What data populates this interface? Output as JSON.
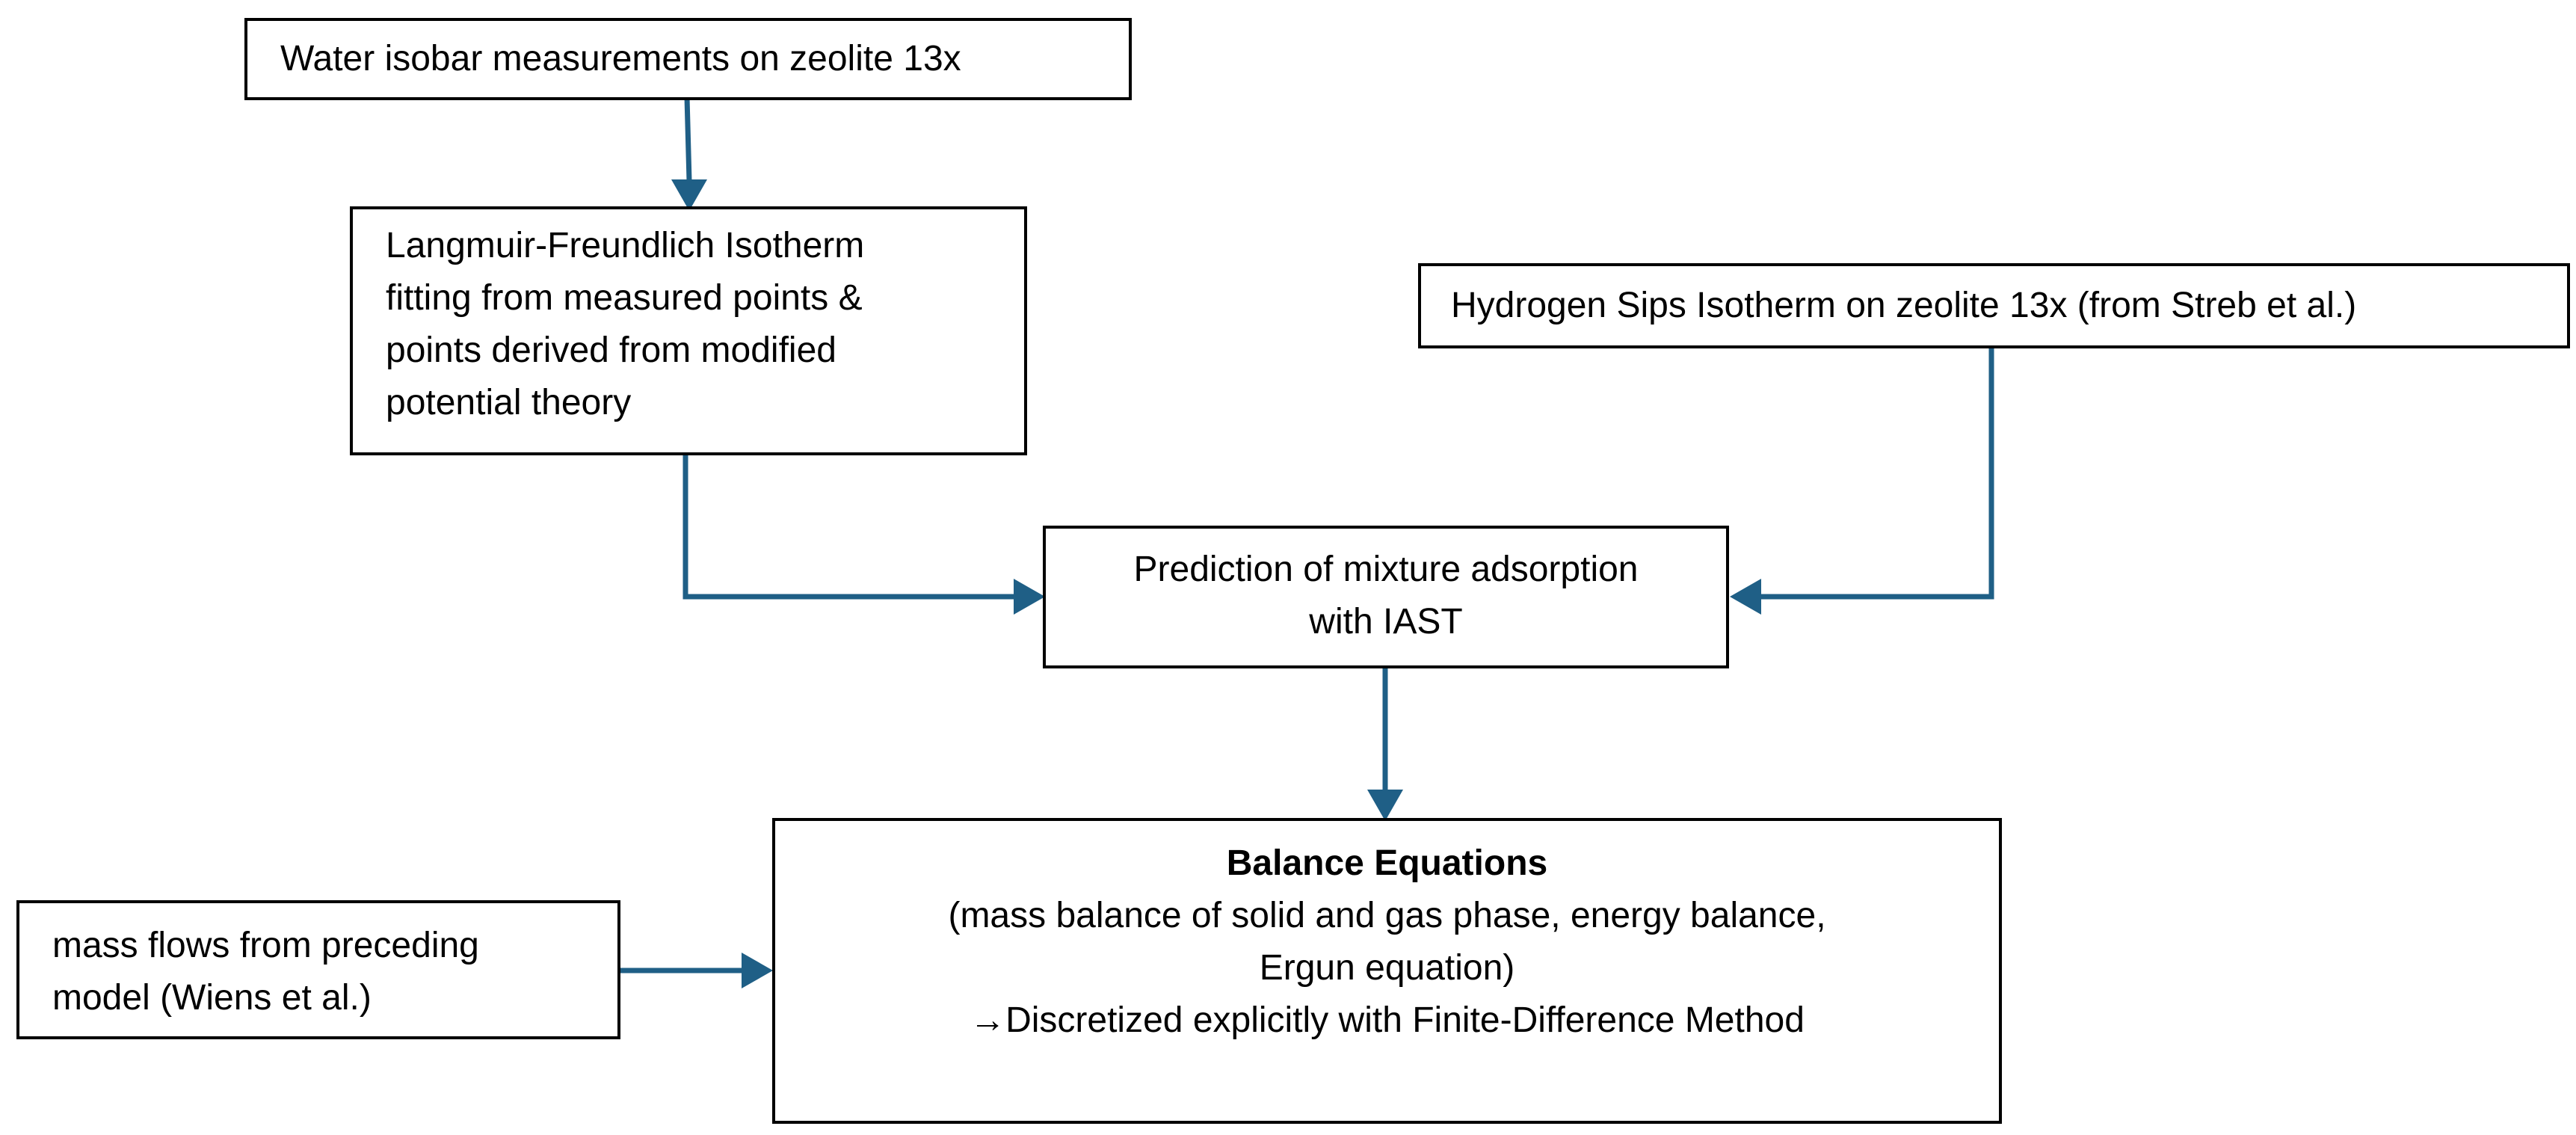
{
  "diagram": {
    "nodes": {
      "water_isobar": {
        "lines": [
          "Water isobar measurements on zeolite 13x"
        ]
      },
      "langmuir_fit": {
        "lines": [
          "Langmuir-Freundlich Isotherm",
          "fitting from measured points &",
          "points derived from modified",
          "potential theory"
        ]
      },
      "hydrogen_sips": {
        "lines": [
          "Hydrogen Sips Isotherm on zeolite 13x (from Streb et al.)"
        ]
      },
      "iast_prediction": {
        "lines": [
          "Prediction of mixture adsorption",
          "with IAST"
        ]
      },
      "mass_flows": {
        "lines": [
          "mass flows from preceding",
          "model (Wiens et al.)"
        ]
      },
      "balance_equations": {
        "title": "Balance Equations",
        "lines": [
          "(mass balance of solid and gas phase, energy balance,",
          "Ergun equation)",
          "→Discretized explicitly with Finite-Difference Method"
        ]
      }
    },
    "edges": [
      {
        "from": "water_isobar",
        "to": "langmuir_fit"
      },
      {
        "from": "langmuir_fit",
        "to": "iast_prediction"
      },
      {
        "from": "hydrogen_sips",
        "to": "iast_prediction"
      },
      {
        "from": "iast_prediction",
        "to": "balance_equations"
      },
      {
        "from": "mass_flows",
        "to": "balance_equations"
      }
    ],
    "colors": {
      "arrow": "#1f5f86",
      "box_border": "#000000",
      "text": "#000000",
      "background": "#ffffff"
    }
  }
}
